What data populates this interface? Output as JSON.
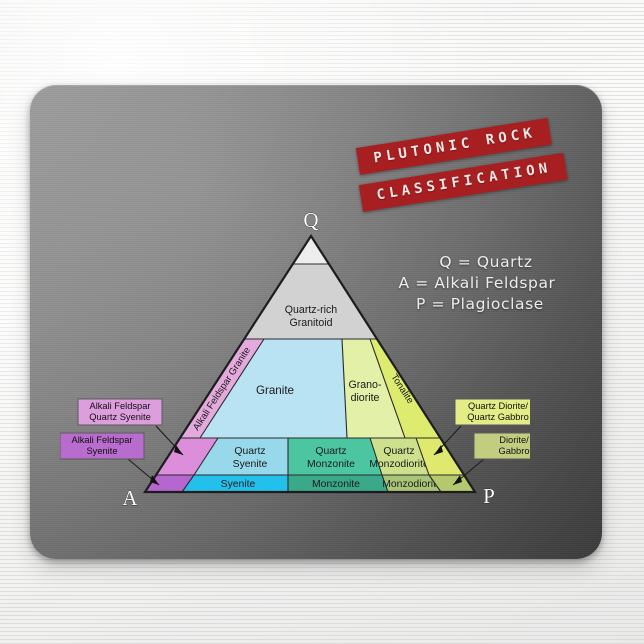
{
  "product": {
    "type": "mousepad",
    "surface": "wood-desk"
  },
  "banners": {
    "line1": "PLUTONIC ROCK",
    "line2": "CLASSIFICATION",
    "color": "#a81f22",
    "text_color": "#f2e9e4"
  },
  "legend": {
    "line1": "Q = Quartz",
    "line2": "A = Alkali Feldspar",
    "line3": "P = Plagioclase"
  },
  "diagram": {
    "corners": {
      "top": "Q",
      "left": "A",
      "right": "P"
    },
    "fields": [
      {
        "id": "quartzolite",
        "label": "",
        "color": "#ededed"
      },
      {
        "id": "quartz-rich-granitoid",
        "label": "Quartz-rich\nGranitoid",
        "line1": "Quartz-rich",
        "line2": "Granitoid",
        "color": "#d2d2d2"
      },
      {
        "id": "alkali-feldspar-granite",
        "label": "Alkali Feldspar Granite",
        "color": "#e4a9dd",
        "rotated": true
      },
      {
        "id": "granite",
        "label": "Granite",
        "color": "#b9e2f2"
      },
      {
        "id": "granodiorite",
        "line1": "Grano-",
        "line2": "diorite",
        "label": "Grano-diorite",
        "color": "#e3f0a8"
      },
      {
        "id": "tonalite",
        "label": "Tonalite",
        "color": "#ddeb6e",
        "rotated": true
      },
      {
        "id": "alkali-feldspar-quartz-syenite",
        "label": "",
        "color": "#dd8edb"
      },
      {
        "id": "quartz-syenite",
        "line1": "Quartz",
        "line2": "Syenite",
        "label": "Quartz Syenite",
        "color": "#97d9ea"
      },
      {
        "id": "quartz-monzonite",
        "line1": "Quartz",
        "line2": "Monzonite",
        "label": "Quartz Monzonite",
        "color": "#4cc6a0"
      },
      {
        "id": "quartz-monzodiorite",
        "line1": "Quartz",
        "line2": "Monzodiorite",
        "label": "Quartz Monzodiorite",
        "color": "#cde08c"
      },
      {
        "id": "quartz-diorite-gabbro",
        "label": "",
        "color": "#dfe96e"
      },
      {
        "id": "alkali-feldspar-syenite",
        "label": "",
        "color": "#b566cf"
      },
      {
        "id": "syenite",
        "label": "Syenite",
        "color": "#24c0ec"
      },
      {
        "id": "monzonite",
        "label": "Monzonite",
        "color": "#3aa989"
      },
      {
        "id": "monzodiorite",
        "label": "Monzodiorite",
        "color": "#a9c578"
      },
      {
        "id": "diorite-gabbro",
        "label": "",
        "color": "#b4c96d"
      }
    ],
    "callouts": [
      {
        "id": "alkali-feldspar-quartz-syenite-callout",
        "line1": "Alkali Feldspar",
        "line2": "Quartz Syenite",
        "color": "#dd9ede",
        "side": "left"
      },
      {
        "id": "alkali-feldspar-syenite-callout",
        "line1": "Alkali Feldspar",
        "line2": "Syenite",
        "color": "#b86ccd",
        "side": "left"
      },
      {
        "id": "quartz-diorite-gabbro-callout",
        "line1": "Quartz Diorite/",
        "line2": "Quartz Gabbro",
        "color": "#e3ec86",
        "side": "right"
      },
      {
        "id": "diorite-gabbro-callout",
        "line1": "Diorite/",
        "line2": "Gabbro",
        "color": "#c2cd80",
        "side": "right"
      }
    ]
  }
}
